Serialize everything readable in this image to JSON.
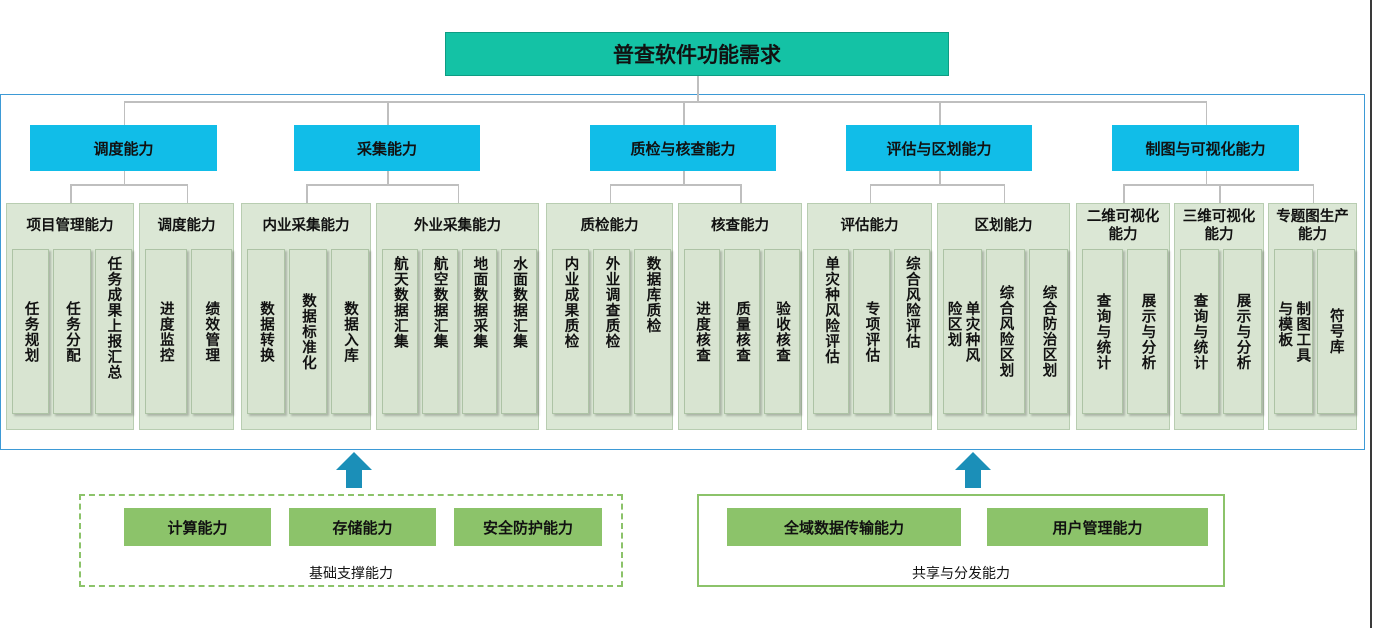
{
  "root_label": "普查软件功能需求",
  "pillars": [
    {
      "label": "调度能力"
    },
    {
      "label": "采集能力"
    },
    {
      "label": "质检与核查能力"
    },
    {
      "label": "评估与区划能力"
    },
    {
      "label": "制图与可视化能力"
    }
  ],
  "groups": [
    {
      "title": "项目管理能力",
      "leaves": [
        "任务规划",
        "任务分配",
        "任务成果上报汇总"
      ]
    },
    {
      "title": "调度能力",
      "leaves": [
        "进度监控",
        "绩效管理"
      ]
    },
    {
      "title": "内业采集能力",
      "leaves": [
        "数据转换",
        "数据标准化",
        "数据入库"
      ]
    },
    {
      "title": "外业采集能力",
      "leaves": [
        "航天数据汇集",
        "航空数据汇集",
        "地面数据采集",
        "水面数据汇集"
      ]
    },
    {
      "title": "质检能力",
      "leaves": [
        "内业成果质检",
        "外业调查质检",
        "数据库质检"
      ]
    },
    {
      "title": "核查能力",
      "leaves": [
        "进度核查",
        "质量核查",
        "验收核查"
      ]
    },
    {
      "title": "评估能力",
      "leaves": [
        "单灾种风险评估",
        "专项评估",
        "综合风险评估"
      ]
    },
    {
      "title": "区划能力",
      "leaves": [
        "单灾种风险区划",
        "综合风险区划",
        "综合防治区划"
      ]
    },
    {
      "title": "二维可视化能力",
      "leaves": [
        "查询与统计",
        "展示与分析"
      ]
    },
    {
      "title": "三维可视化能力",
      "leaves": [
        "查询与统计",
        "展示与分析"
      ]
    },
    {
      "title": "专题图生产能力",
      "leaves": [
        "制图工具与模板",
        "符号库"
      ]
    }
  ],
  "support": {
    "label": "基础支撑能力",
    "items": [
      "计算能力",
      "存储能力",
      "安全防护能力"
    ]
  },
  "sharing": {
    "label": "共享与分发能力",
    "items": [
      "全域数据传输能力",
      "用户管理能力"
    ]
  },
  "colors": {
    "root": "#14c2a5",
    "pillar": "#11bde8",
    "group": "#dbe7d5",
    "leaf": "#d8e4d1",
    "support": "#8cc36a",
    "frame": "#3d9ad6",
    "arrow": "#1b8fb8"
  }
}
